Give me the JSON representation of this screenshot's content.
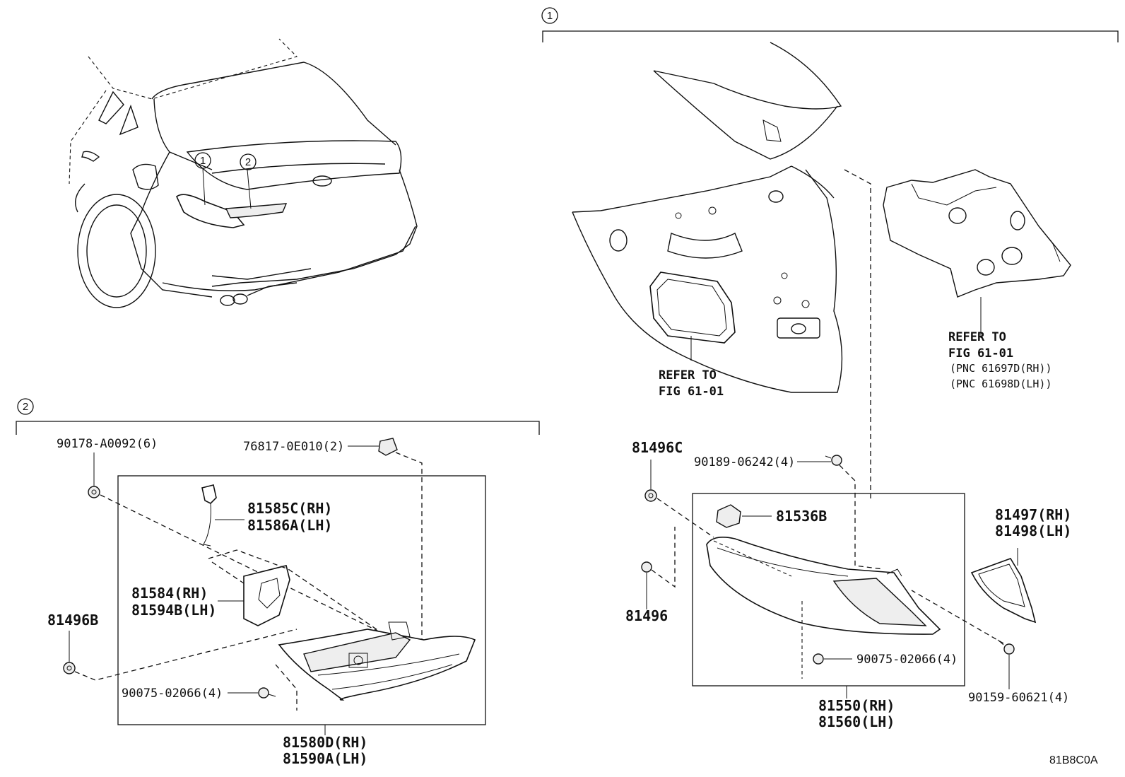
{
  "section_markers": {
    "one": "1",
    "two": "2"
  },
  "labels": {
    "clip_90178": "90178-A0092(6)",
    "clip_76817": "76817-0E010(2)",
    "socket_rh": "81585C(RH)",
    "socket_lh": "81586A(LH)",
    "gasket_rh": "81584(RH)",
    "gasket_lh": "81594B(LH)",
    "nut_81496B": "81496B",
    "screw_90075_left": "90075-02066(4)",
    "lamp_inner_rh": "81580D(RH)",
    "lamp_inner_lh": "81590A(LH)",
    "nut_81496C": "81496C",
    "bolt_90189": "90189-06242(4)",
    "socket_81536B": "81536B",
    "cover_rh": "81497(RH)",
    "cover_lh": "81498(LH)",
    "nut_81496": "81496",
    "screw_90075_right": "90075-02066(4)",
    "bolt_90159": "90159-60621(4)",
    "lamp_outer_rh": "81550(RH)",
    "lamp_outer_lh": "81560(LH)"
  },
  "references": {
    "left_line1": "REFER TO",
    "left_line2": "FIG 61-01",
    "right_line1": "REFER TO",
    "right_line2": "FIG 61-01",
    "right_pnc_rh": "(PNC 61697D(RH))",
    "right_pnc_lh": "(PNC 61698D(LH))"
  },
  "diagram_code": "81B8C0A"
}
